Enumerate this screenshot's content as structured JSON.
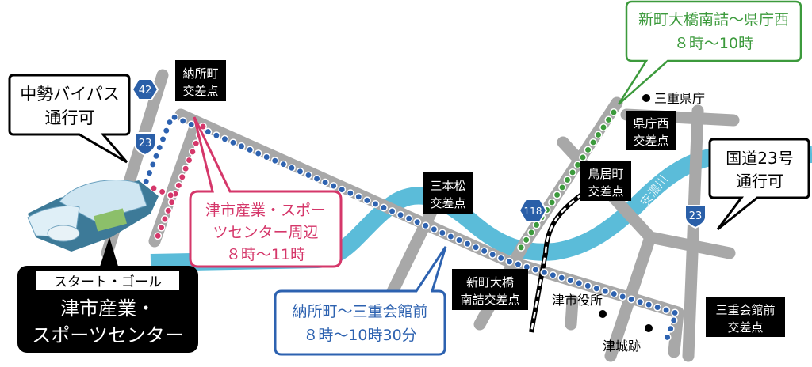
{
  "colors": {
    "road": "#a8a8a8",
    "river": "#5bbcd9",
    "blue": "#2d62b0",
    "pink": "#d5376a",
    "green": "#3c9a3c",
    "black": "#000000",
    "shield": "#2a5fa8"
  },
  "callouts": {
    "bypass": {
      "lines": [
        "中勢バイパス",
        "通行可"
      ]
    },
    "route23": {
      "lines": [
        "国道23号",
        "通行可"
      ]
    },
    "pink": {
      "lines": [
        "津市産業・スポー",
        "ツセンター周辺",
        "８時～11時"
      ]
    },
    "blue": {
      "lines": [
        "納所町～三重会館前",
        "８時～10時30分"
      ]
    },
    "green": {
      "lines": [
        "新町大橋南詰～県庁西",
        "８時～10時"
      ]
    },
    "start": {
      "badge": "スタート・ゴール",
      "lines": [
        "津市産業・",
        "スポーツセンター"
      ]
    }
  },
  "intersections": {
    "nosho": [
      "納所町",
      "交差点"
    ],
    "sanbonmatsu": [
      "三本松",
      "交差点"
    ],
    "shinmachi": [
      "新町大橋",
      "南詰交差点"
    ],
    "toriimachi": [
      "鳥居町",
      "交差点"
    ],
    "kenchonishi": [
      "県庁西",
      "交差点"
    ],
    "kaikanmae": [
      "三重会館前",
      "交差点"
    ]
  },
  "landmarks": {
    "pref_office": "三重県庁",
    "city_hall": "津市役所",
    "castle": "津城跡",
    "river": "安濃川"
  },
  "shields": {
    "r42": "42",
    "r23a": "23",
    "r118": "118",
    "r23b": "23"
  }
}
